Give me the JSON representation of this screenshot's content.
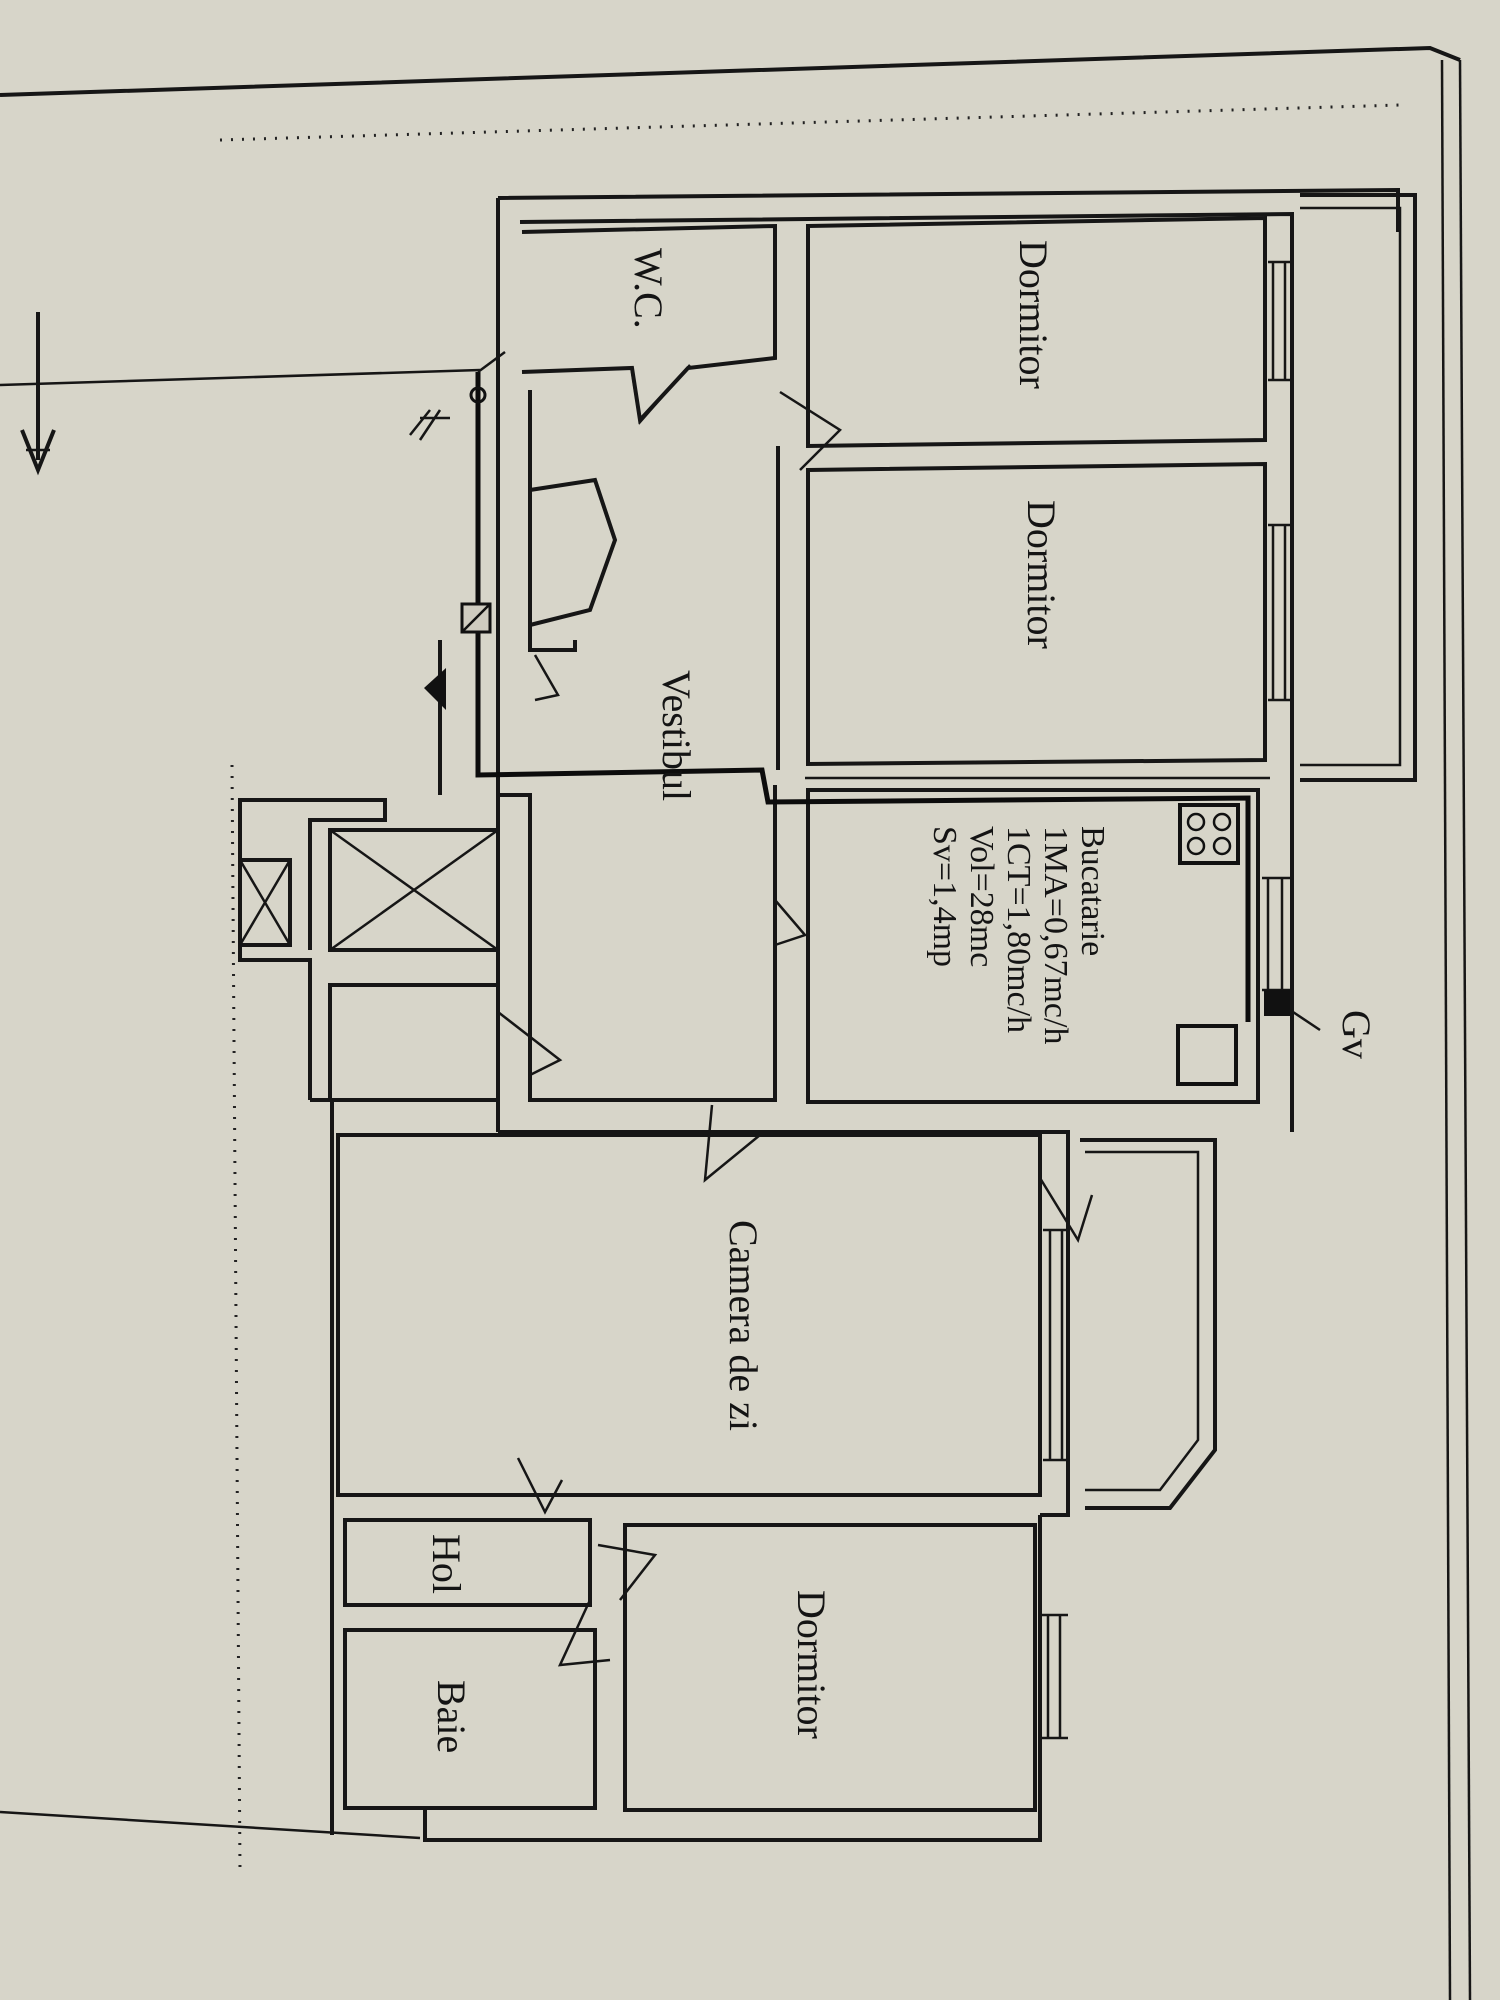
{
  "rooms": {
    "dormitor_1": "Dormitor",
    "dormitor_2": "Dormitor",
    "wc": "W.C.",
    "vestibul": "Vestibul",
    "bucatarie": "Bucatarie",
    "camera_de_zi": "Camera de zi",
    "dormitor_3": "Dormitor",
    "hol": "Hol",
    "baie": "Baie"
  },
  "kitchen_specs": {
    "line1": "1MA=0,67mc/h",
    "line2": "1CT=1,80mc/h",
    "line3": "Vol=28mc",
    "line4": "Sv=1,4mp"
  },
  "gas_meter_label": "Gv",
  "colors": {
    "paper": "#cfccc0",
    "ink": "#161616"
  }
}
